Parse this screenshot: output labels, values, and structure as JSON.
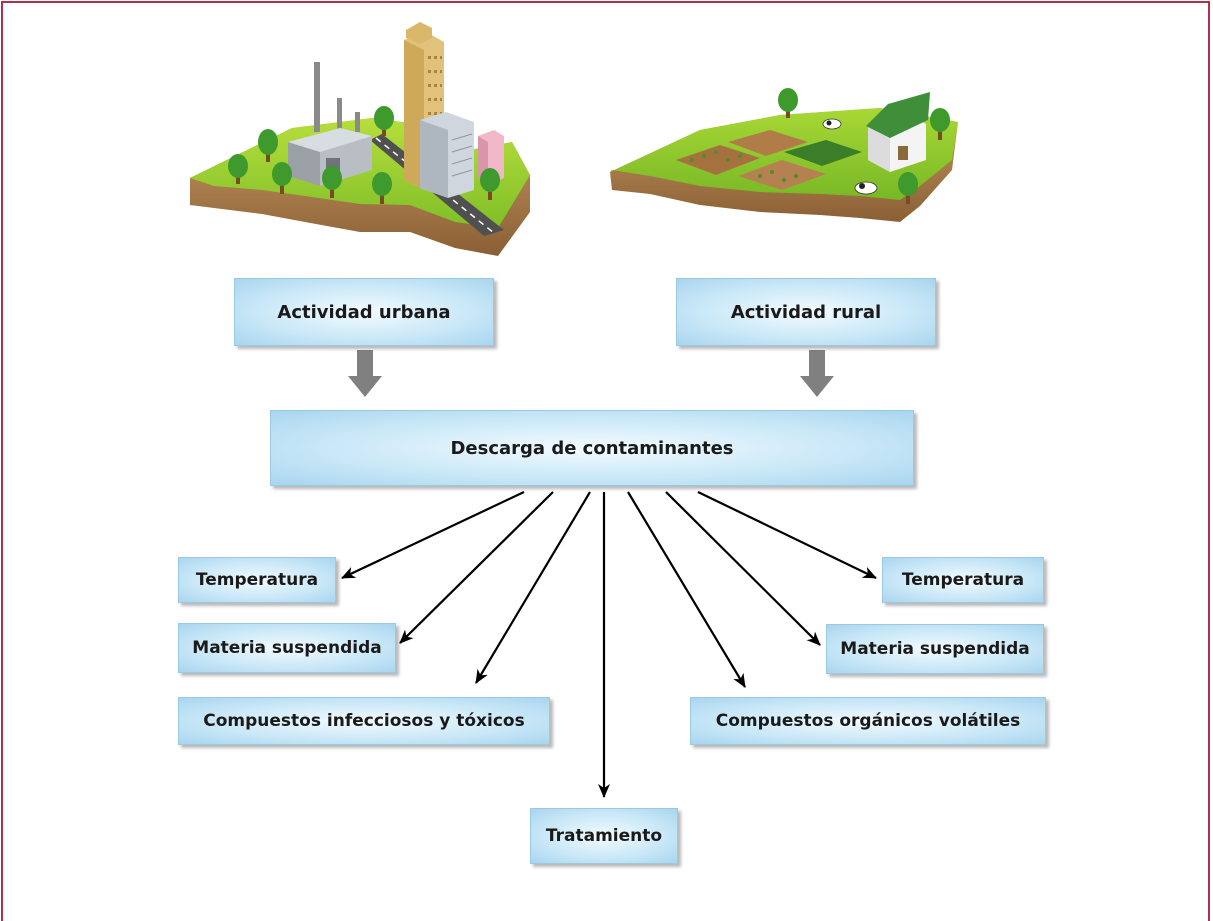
{
  "diagram": {
    "sources": [
      {
        "label": "Actividad urbana"
      },
      {
        "label": "Actividad rural"
      }
    ],
    "center": {
      "label": "Descarga de contaminantes"
    },
    "outputs_left": [
      {
        "label": "Temperatura"
      },
      {
        "label": "Materia suspendida"
      },
      {
        "label": "Compuestos infecciosos y tóxicos"
      }
    ],
    "outputs_right": [
      {
        "label": "Temperatura"
      },
      {
        "label": "Materia suspendida"
      },
      {
        "label": "Compuestos orgánicos volátiles"
      }
    ],
    "output_bottom": {
      "label": "Tratamiento"
    }
  },
  "colors": {
    "border": "#b0304c",
    "box_fill": "#c8e7f7",
    "arrow_gray": "#808080",
    "arrow_black": "#000000"
  },
  "icons": [
    "urban-island-illustration",
    "rural-island-illustration"
  ]
}
